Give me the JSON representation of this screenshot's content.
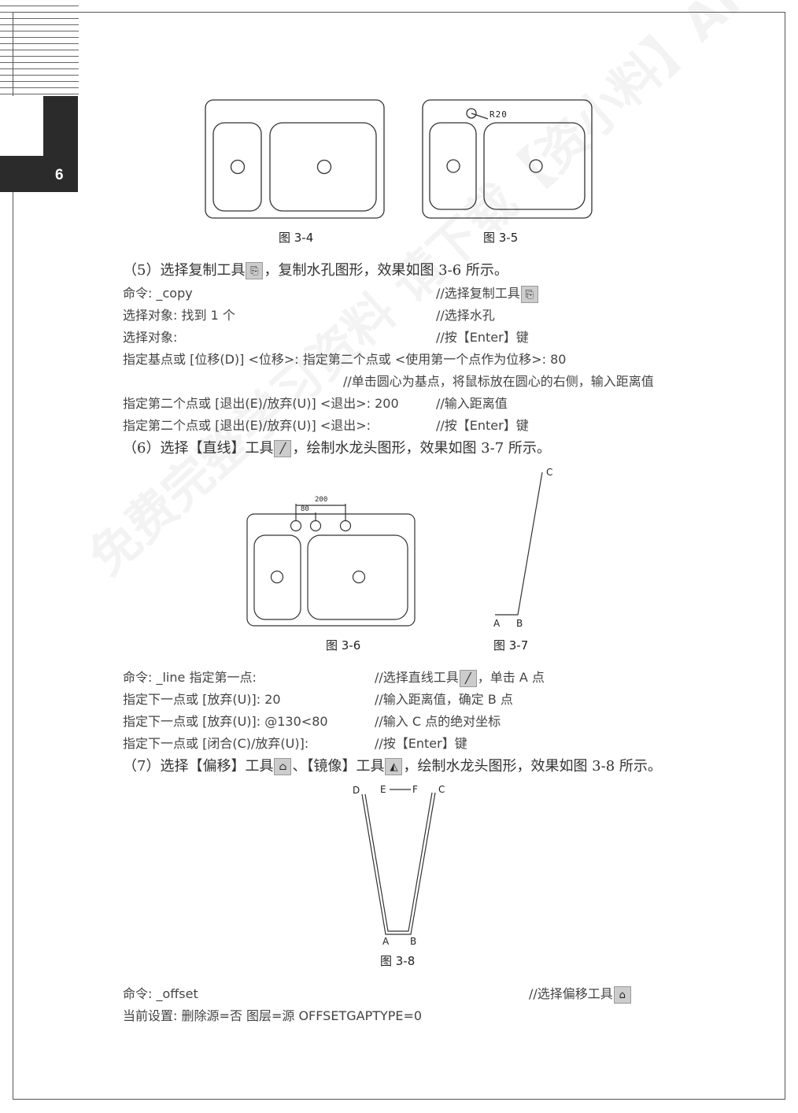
{
  "header": {
    "chapter_number": "6"
  },
  "watermark": "免费完整学习资料 请下载【资小料】APP",
  "figures": {
    "fig_3_4": {
      "caption": "图 3-4"
    },
    "fig_3_5": {
      "caption": "图 3-5",
      "label": "R20"
    },
    "fig_3_6": {
      "caption": "图 3-6",
      "dim_200": "200",
      "dim_80": "80"
    },
    "fig_3_7": {
      "caption": "图 3-7",
      "points": [
        "A",
        "B",
        "C"
      ]
    },
    "fig_3_8": {
      "caption": "图 3-8",
      "points": [
        "A",
        "B",
        "C",
        "D",
        "E",
        "F"
      ]
    }
  },
  "steps": {
    "s5": {
      "pre": "（5）选择复制工具",
      "post": "，复制水孔图形，效果如图 3-6 所示。",
      "icon": "copy-icon"
    },
    "s6": {
      "pre": "（6）选择【直线】工具",
      "post": "，绘制水龙头图形，效果如图 3-7 所示。",
      "icon": "line-icon"
    },
    "s7": {
      "pre": "（7）选择【偏移】工具",
      "mid": "、【镜像】工具",
      "post": "，绘制水龙头图形，效果如图 3-8 所示。",
      "icons": [
        "offset-icon",
        "mirror-icon"
      ]
    }
  },
  "commands_copy": [
    {
      "cmd": "命令: _copy",
      "comment": "//选择复制工具",
      "icon": true
    },
    {
      "cmd": "选择对象: 找到  1  个",
      "comment": "//选择水孔"
    },
    {
      "cmd": "选择对象:",
      "comment": "//按【Enter】键"
    },
    {
      "cmd": "指定基点或  [位移(D)] <位移>:   指定第二个点或  <使用第一个点作为位移>: 80",
      "comment": ""
    },
    {
      "cmd": "",
      "comment": "//单击圆心为基点，将鼠标放在圆心的右侧，输入距离值"
    },
    {
      "cmd": "指定第二个点或  [退出(E)/放弃(U)] <退出>:   200",
      "comment": "//输入距离值"
    },
    {
      "cmd": "指定第二个点或  [退出(E)/放弃(U)] <退出>:",
      "comment": "//按【Enter】键"
    }
  ],
  "commands_line": [
    {
      "cmd": "命令: _line  指定第一点:",
      "comment_pre": "//选择直线工具",
      "comment_post": "，单击 A 点"
    },
    {
      "cmd": "指定下一点或  [放弃(U)]: 20",
      "comment_pre": "//输入距离值，确定 B 点"
    },
    {
      "cmd": "指定下一点或  [放弃(U)]: @130<80",
      "comment_pre": "//输入 C 点的绝对坐标"
    },
    {
      "cmd": "指定下一点或  [闭合(C)/放弃(U)]:",
      "comment_pre": "//按【Enter】键"
    }
  ],
  "commands_offset": [
    {
      "cmd": "命令: _offset",
      "comment": "//选择偏移工具"
    },
    {
      "cmd": "当前设置: 删除源=否   图层=源    OFFSETGAPTYPE=0",
      "comment": ""
    }
  ]
}
